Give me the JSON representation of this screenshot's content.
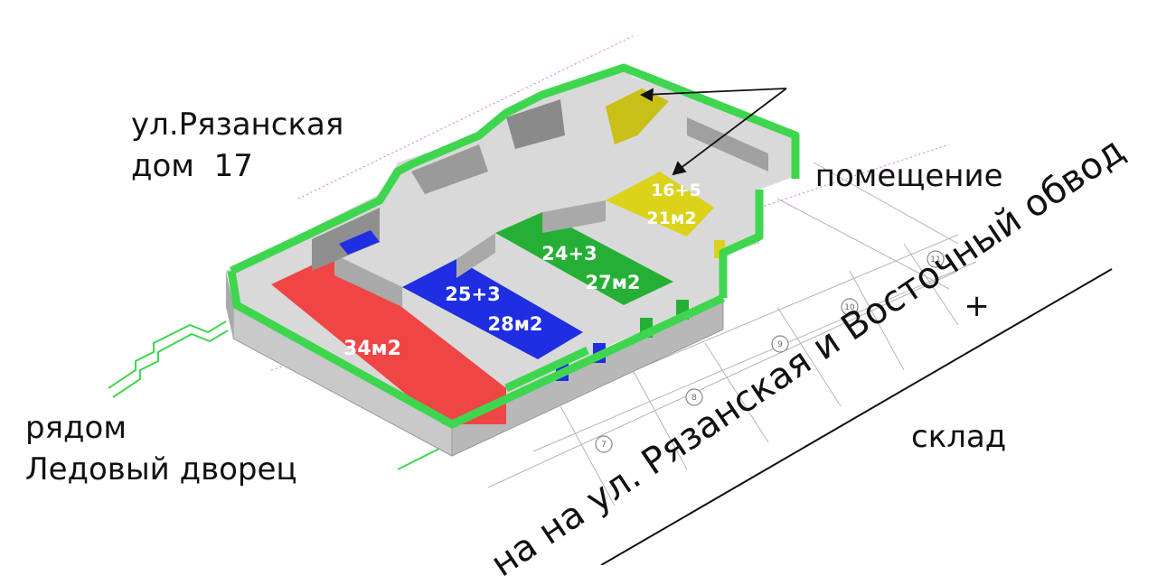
{
  "address": {
    "line1": "ул.Рязанская",
    "line2": "дом  17"
  },
  "nearby": {
    "line1": "рядом",
    "line2": "Ледовый дворец"
  },
  "premise_note": {
    "line1": "помещение",
    "line2": "+",
    "line3": "склад"
  },
  "street_caption": "на на ул. Рязанская и Восточный обвод",
  "rooms": [
    {
      "id": "red",
      "color": "#f04545",
      "label": "34м2"
    },
    {
      "id": "blue",
      "color": "#1f2ee0",
      "label1": "25+3",
      "label2": "28м2"
    },
    {
      "id": "green",
      "color": "#25b035",
      "label1": "24+3",
      "label2": "27м2"
    },
    {
      "id": "yellow",
      "color": "#dcd21a",
      "label1": "16+5",
      "label2": "21м2"
    }
  ],
  "axis_marks": [
    "7",
    "8",
    "9",
    "10",
    "11"
  ],
  "colors": {
    "wall_top": "#3fd64f",
    "wall_face": "#c8c8c8",
    "wall_dark": "#9a9a9a",
    "grid": "#999999"
  }
}
